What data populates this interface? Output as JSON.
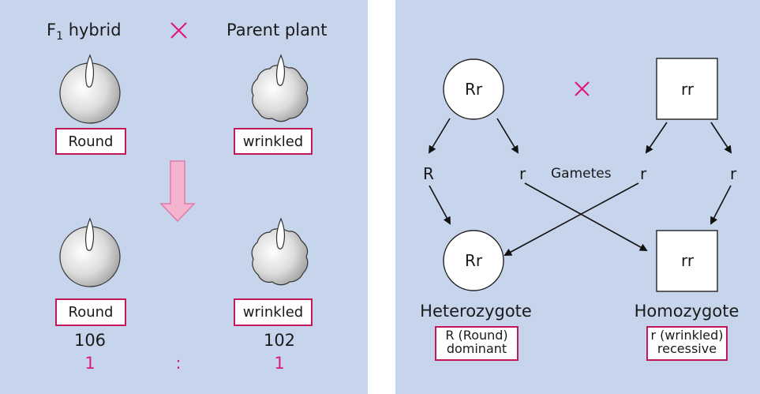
{
  "left": {
    "f1_prefix": "F",
    "f1_sub": "1",
    "f1_suffix": " hybrid",
    "cross_symbol": "×",
    "parent_title": "Parent plant",
    "top_round_label": "Round",
    "top_wrinkled_label": "wrinkled",
    "bottom_round_label": "Round",
    "bottom_wrinkled_label": "wrinkled",
    "round_count": "106",
    "wrinkled_count": "102",
    "ratio_left": "1",
    "ratio_sep": ":",
    "ratio_right": "1",
    "arrow_color": "#f4b3cf",
    "accent_color": "#c2185b"
  },
  "right": {
    "parent_het": "Rr",
    "cross_symbol": "×",
    "parent_hom": "rr",
    "gamete_R": "R",
    "gamete_r1": "r",
    "gametes_label": "Gametes",
    "gamete_r2": "r",
    "gamete_r3": "r",
    "offspring_het": "Rr",
    "offspring_hom": "rr",
    "het_title": "Heterozygote",
    "het_desc_line1": "R (Round)",
    "het_desc_line2": "dominant",
    "hom_title": "Homozygote",
    "hom_desc_line1": "r (wrinkled)",
    "hom_desc_line2": "recessive"
  }
}
